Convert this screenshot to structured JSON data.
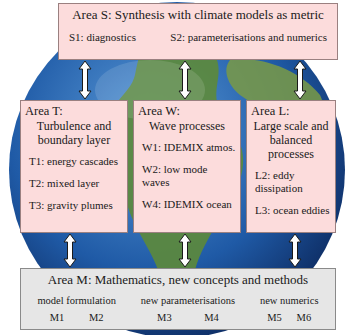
{
  "diagram": {
    "nodes": [
      {
        "text": [
          "Area S: Synthesis with climate models as metric",
          "S1: diagnostics",
          "S2: parameterisations and numerics"
        ]
      },
      {
        "text": [
          "Area T:",
          "Turbulence and boundary layer",
          "T1: energy cascades",
          "T2: mixed layer",
          "T3: gravity plumes"
        ]
      },
      {
        "text": [
          "Area W:",
          "Wave processes",
          "W1: IDEMIX atmos.",
          "W2: low mode waves",
          "W4: IDEMIX ocean"
        ]
      },
      {
        "text": [
          "Area L:",
          "Large scale and balanced processes",
          "L2: eddy dissipation",
          "L3: ocean eddies"
        ]
      },
      {
        "text": [
          "Area M: Mathematics, new concepts and methods",
          "model formulation",
          "new parameterisations",
          "new numerics",
          "M1",
          "M2",
          "M3",
          "M4",
          "M5",
          "M6"
        ]
      }
    ],
    "edges": [
      {
        "from": 0,
        "to": 1,
        "arrow": "both"
      },
      {
        "from": 0,
        "to": 2,
        "arrow": "both"
      },
      {
        "from": 0,
        "to": 3,
        "arrow": "both"
      },
      {
        "from": 1,
        "to": 4,
        "arrow": "both"
      },
      {
        "from": 2,
        "to": 4,
        "arrow": "both"
      },
      {
        "from": 3,
        "to": 4,
        "arrow": "both"
      }
    ]
  }
}
